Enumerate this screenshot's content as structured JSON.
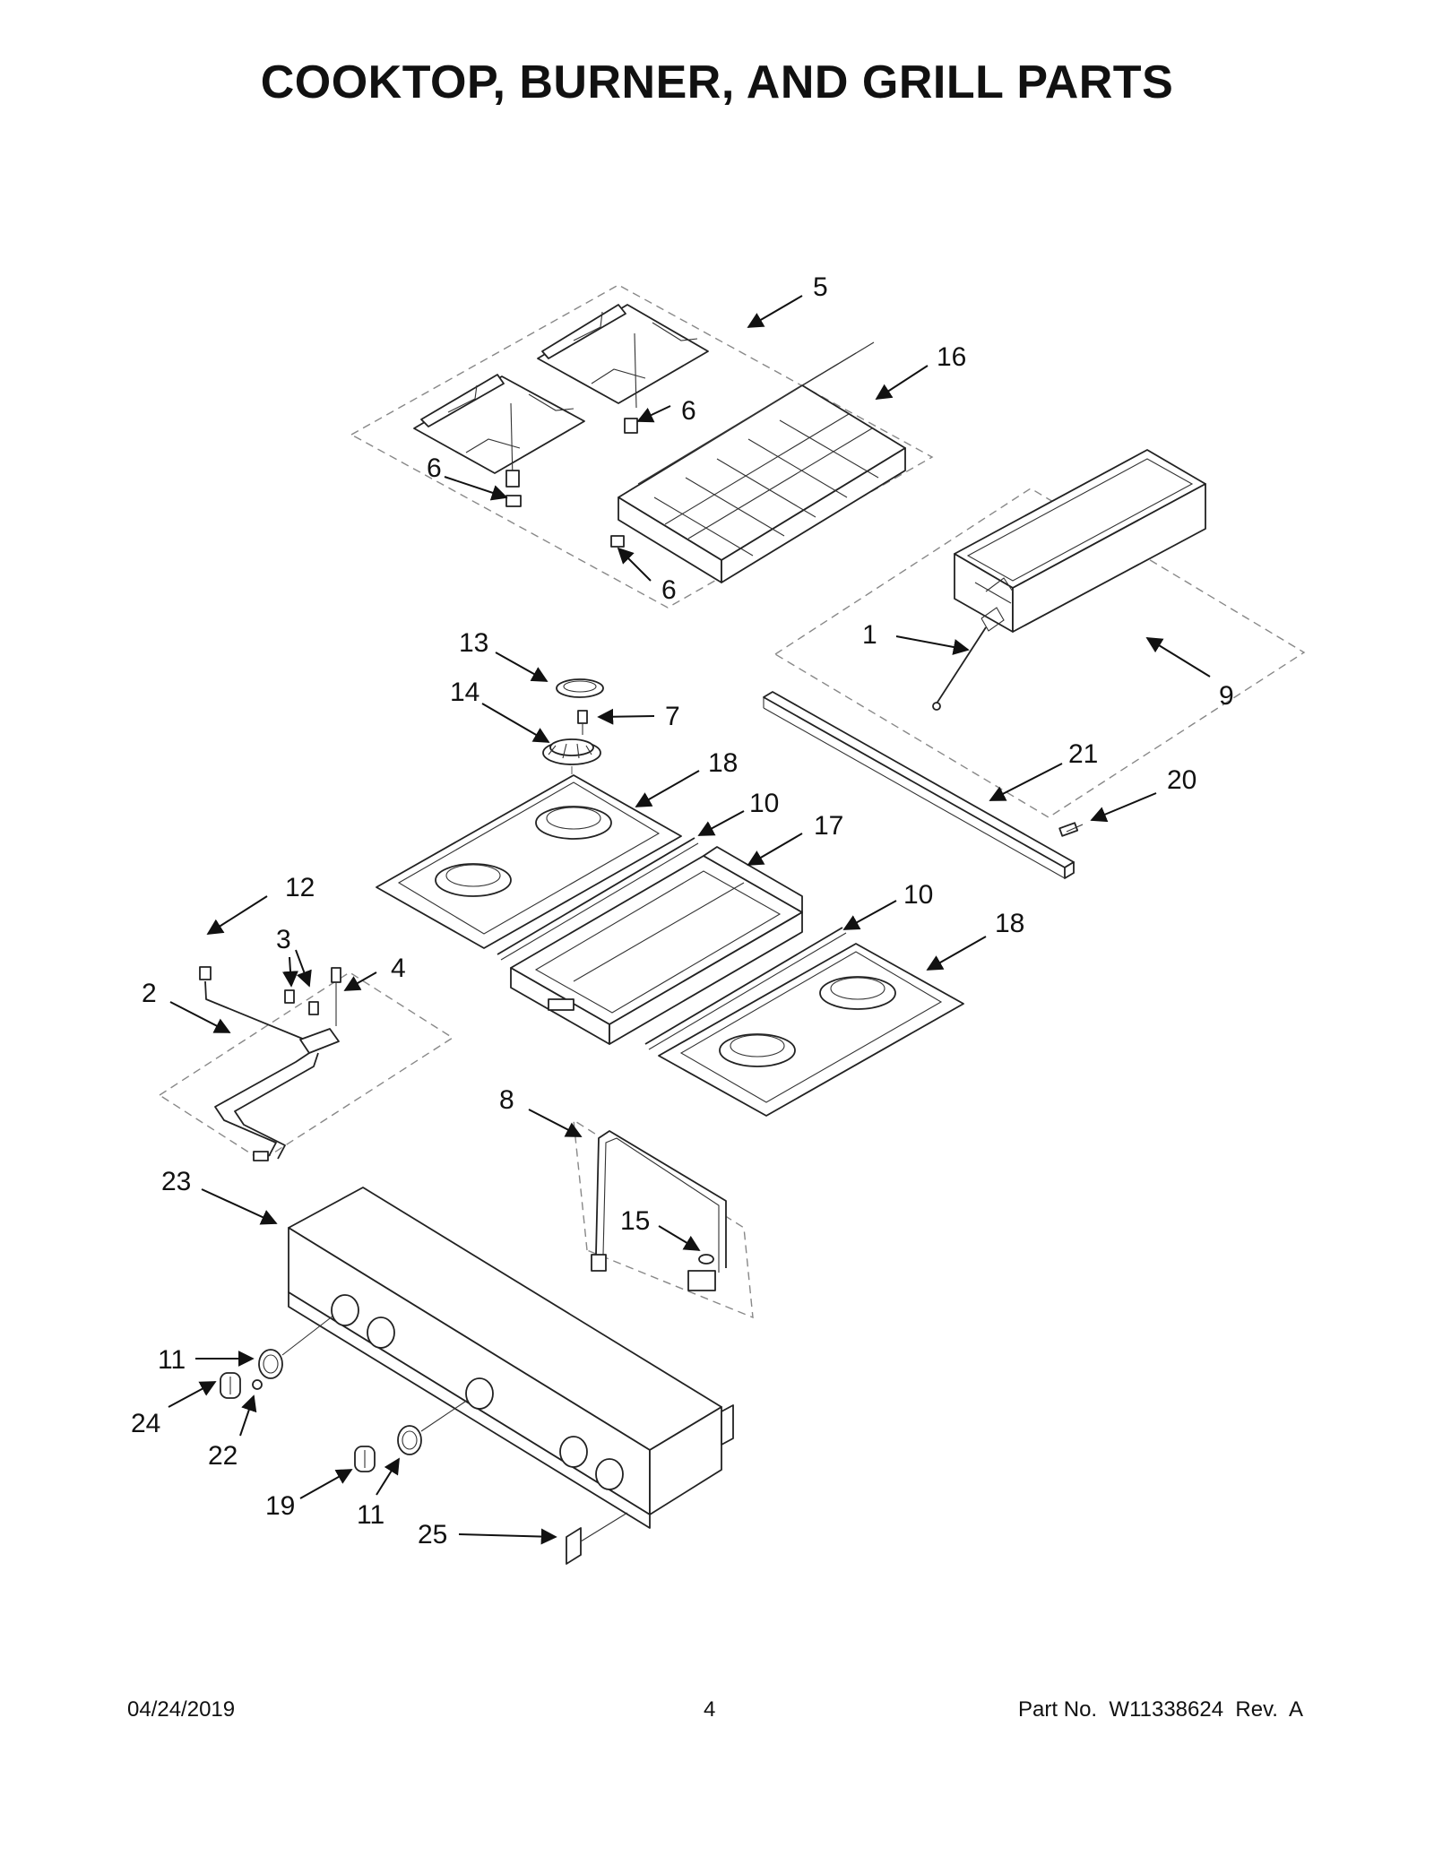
{
  "title": "COOKTOP, BURNER, AND GRILL PARTS",
  "callouts": [
    {
      "id": "c5",
      "label": "5"
    },
    {
      "id": "c16",
      "label": "16"
    },
    {
      "id": "c6a",
      "label": "6"
    },
    {
      "id": "c6b",
      "label": "6"
    },
    {
      "id": "c6c",
      "label": "6"
    },
    {
      "id": "c1",
      "label": "1"
    },
    {
      "id": "c9",
      "label": "9"
    },
    {
      "id": "c13",
      "label": "13"
    },
    {
      "id": "c14",
      "label": "14"
    },
    {
      "id": "c7",
      "label": "7"
    },
    {
      "id": "c18a",
      "label": "18"
    },
    {
      "id": "c10a",
      "label": "10"
    },
    {
      "id": "c17",
      "label": "17"
    },
    {
      "id": "c21",
      "label": "21"
    },
    {
      "id": "c20",
      "label": "20"
    },
    {
      "id": "c12",
      "label": "12"
    },
    {
      "id": "c3",
      "label": "3"
    },
    {
      "id": "c4",
      "label": "4"
    },
    {
      "id": "c2",
      "label": "2"
    },
    {
      "id": "c10b",
      "label": "10"
    },
    {
      "id": "c18b",
      "label": "18"
    },
    {
      "id": "c8",
      "label": "8"
    },
    {
      "id": "c23",
      "label": "23"
    },
    {
      "id": "c15",
      "label": "15"
    },
    {
      "id": "c11a",
      "label": "11"
    },
    {
      "id": "c24",
      "label": "24"
    },
    {
      "id": "c22",
      "label": "22"
    },
    {
      "id": "c19",
      "label": "19"
    },
    {
      "id": "c11b",
      "label": "11"
    },
    {
      "id": "c25",
      "label": "25"
    }
  ],
  "footer": {
    "date": "04/24/2019",
    "page": "4",
    "part": "Part No.  W11338624  Rev.  A"
  }
}
